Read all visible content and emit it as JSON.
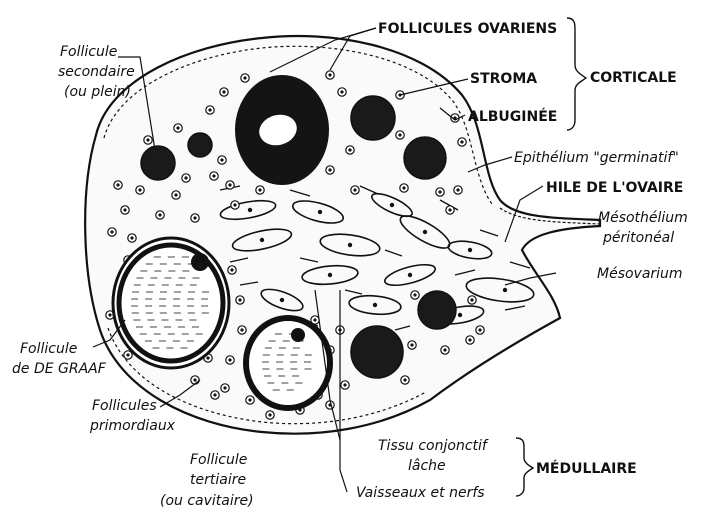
{
  "labels": {
    "follicule_secondaire": [
      "Follicule",
      "secondaire",
      "(ou plein)"
    ],
    "follicules_ovariens": "FOLLICULES OVARIENS",
    "stroma": "STROMA",
    "albuginee": "ALBUGINÉE",
    "corticale": "CORTICALE",
    "epithelium": "Epithélium \"germinatif\"",
    "hile": "HILE DE L'OVAIRE",
    "mesothelium": [
      "Mésothélium",
      "péritonéal"
    ],
    "mesovarium": "Mésovarium",
    "follicule_graaf": [
      "Follicule",
      "de DE GRAAF"
    ],
    "follicules_primordiaux": [
      "Follicules",
      "primordiaux"
    ],
    "follicule_tertiaire": [
      "Follicule",
      "tertiaire",
      "(ou cavitaire)"
    ],
    "tissu_conjonctif": [
      "Tissu conjonctif",
      "lâche"
    ],
    "medullaire": "MÉDULLAIRE",
    "vaisseaux": "Vaisseaux et nerfs"
  }
}
